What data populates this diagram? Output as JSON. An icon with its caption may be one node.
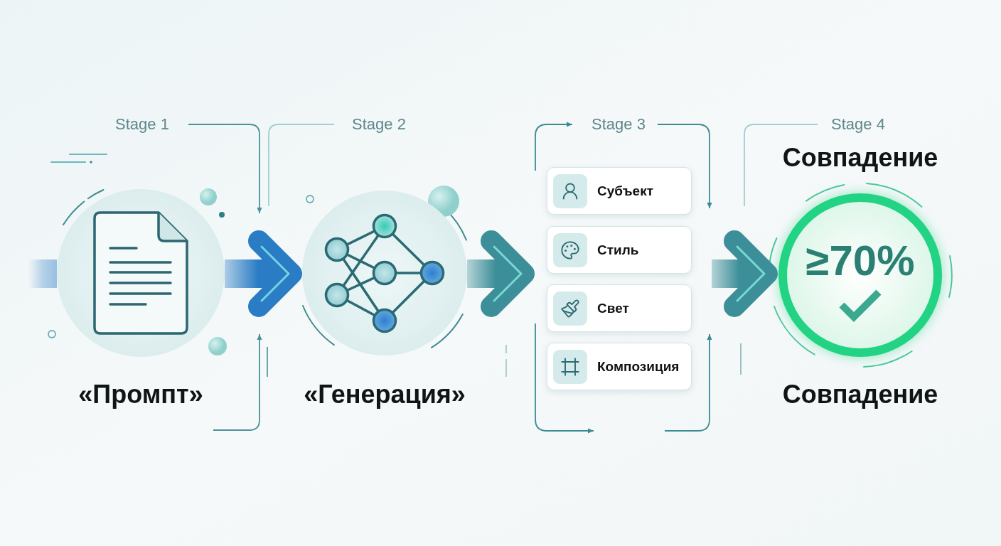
{
  "diagram": {
    "nodes": [
      {
        "text": [
          "«Промпт»"
        ]
      },
      {
        "text": [
          "«Генерация»"
        ]
      },
      {
        "text": [
          "Stage 3"
        ]
      },
      {
        "text": [
          "Субъект"
        ],
        "in": 2
      },
      {
        "text": [
          "Стиль"
        ],
        "in": 2
      },
      {
        "text": [
          "Свет"
        ],
        "in": 2
      },
      {
        "text": [
          "Композиция"
        ],
        "in": 2
      },
      {
        "text": [
          "Совпадение",
          "≥70%",
          "Совпадение"
        ]
      }
    ],
    "edges": [
      {
        "from": null,
        "to": 0,
        "arrow": "none",
        "color": "#2a7cc4"
      },
      {
        "from": 0,
        "to": 1,
        "arrow": "to",
        "color": "#2a7cc4"
      },
      {
        "from": 1,
        "to": 2,
        "arrow": "to"
      },
      {
        "from": 2,
        "to": 7,
        "arrow": "to"
      }
    ],
    "labels": [
      "Stage 1",
      "Stage 2",
      "Stage 4"
    ]
  }
}
